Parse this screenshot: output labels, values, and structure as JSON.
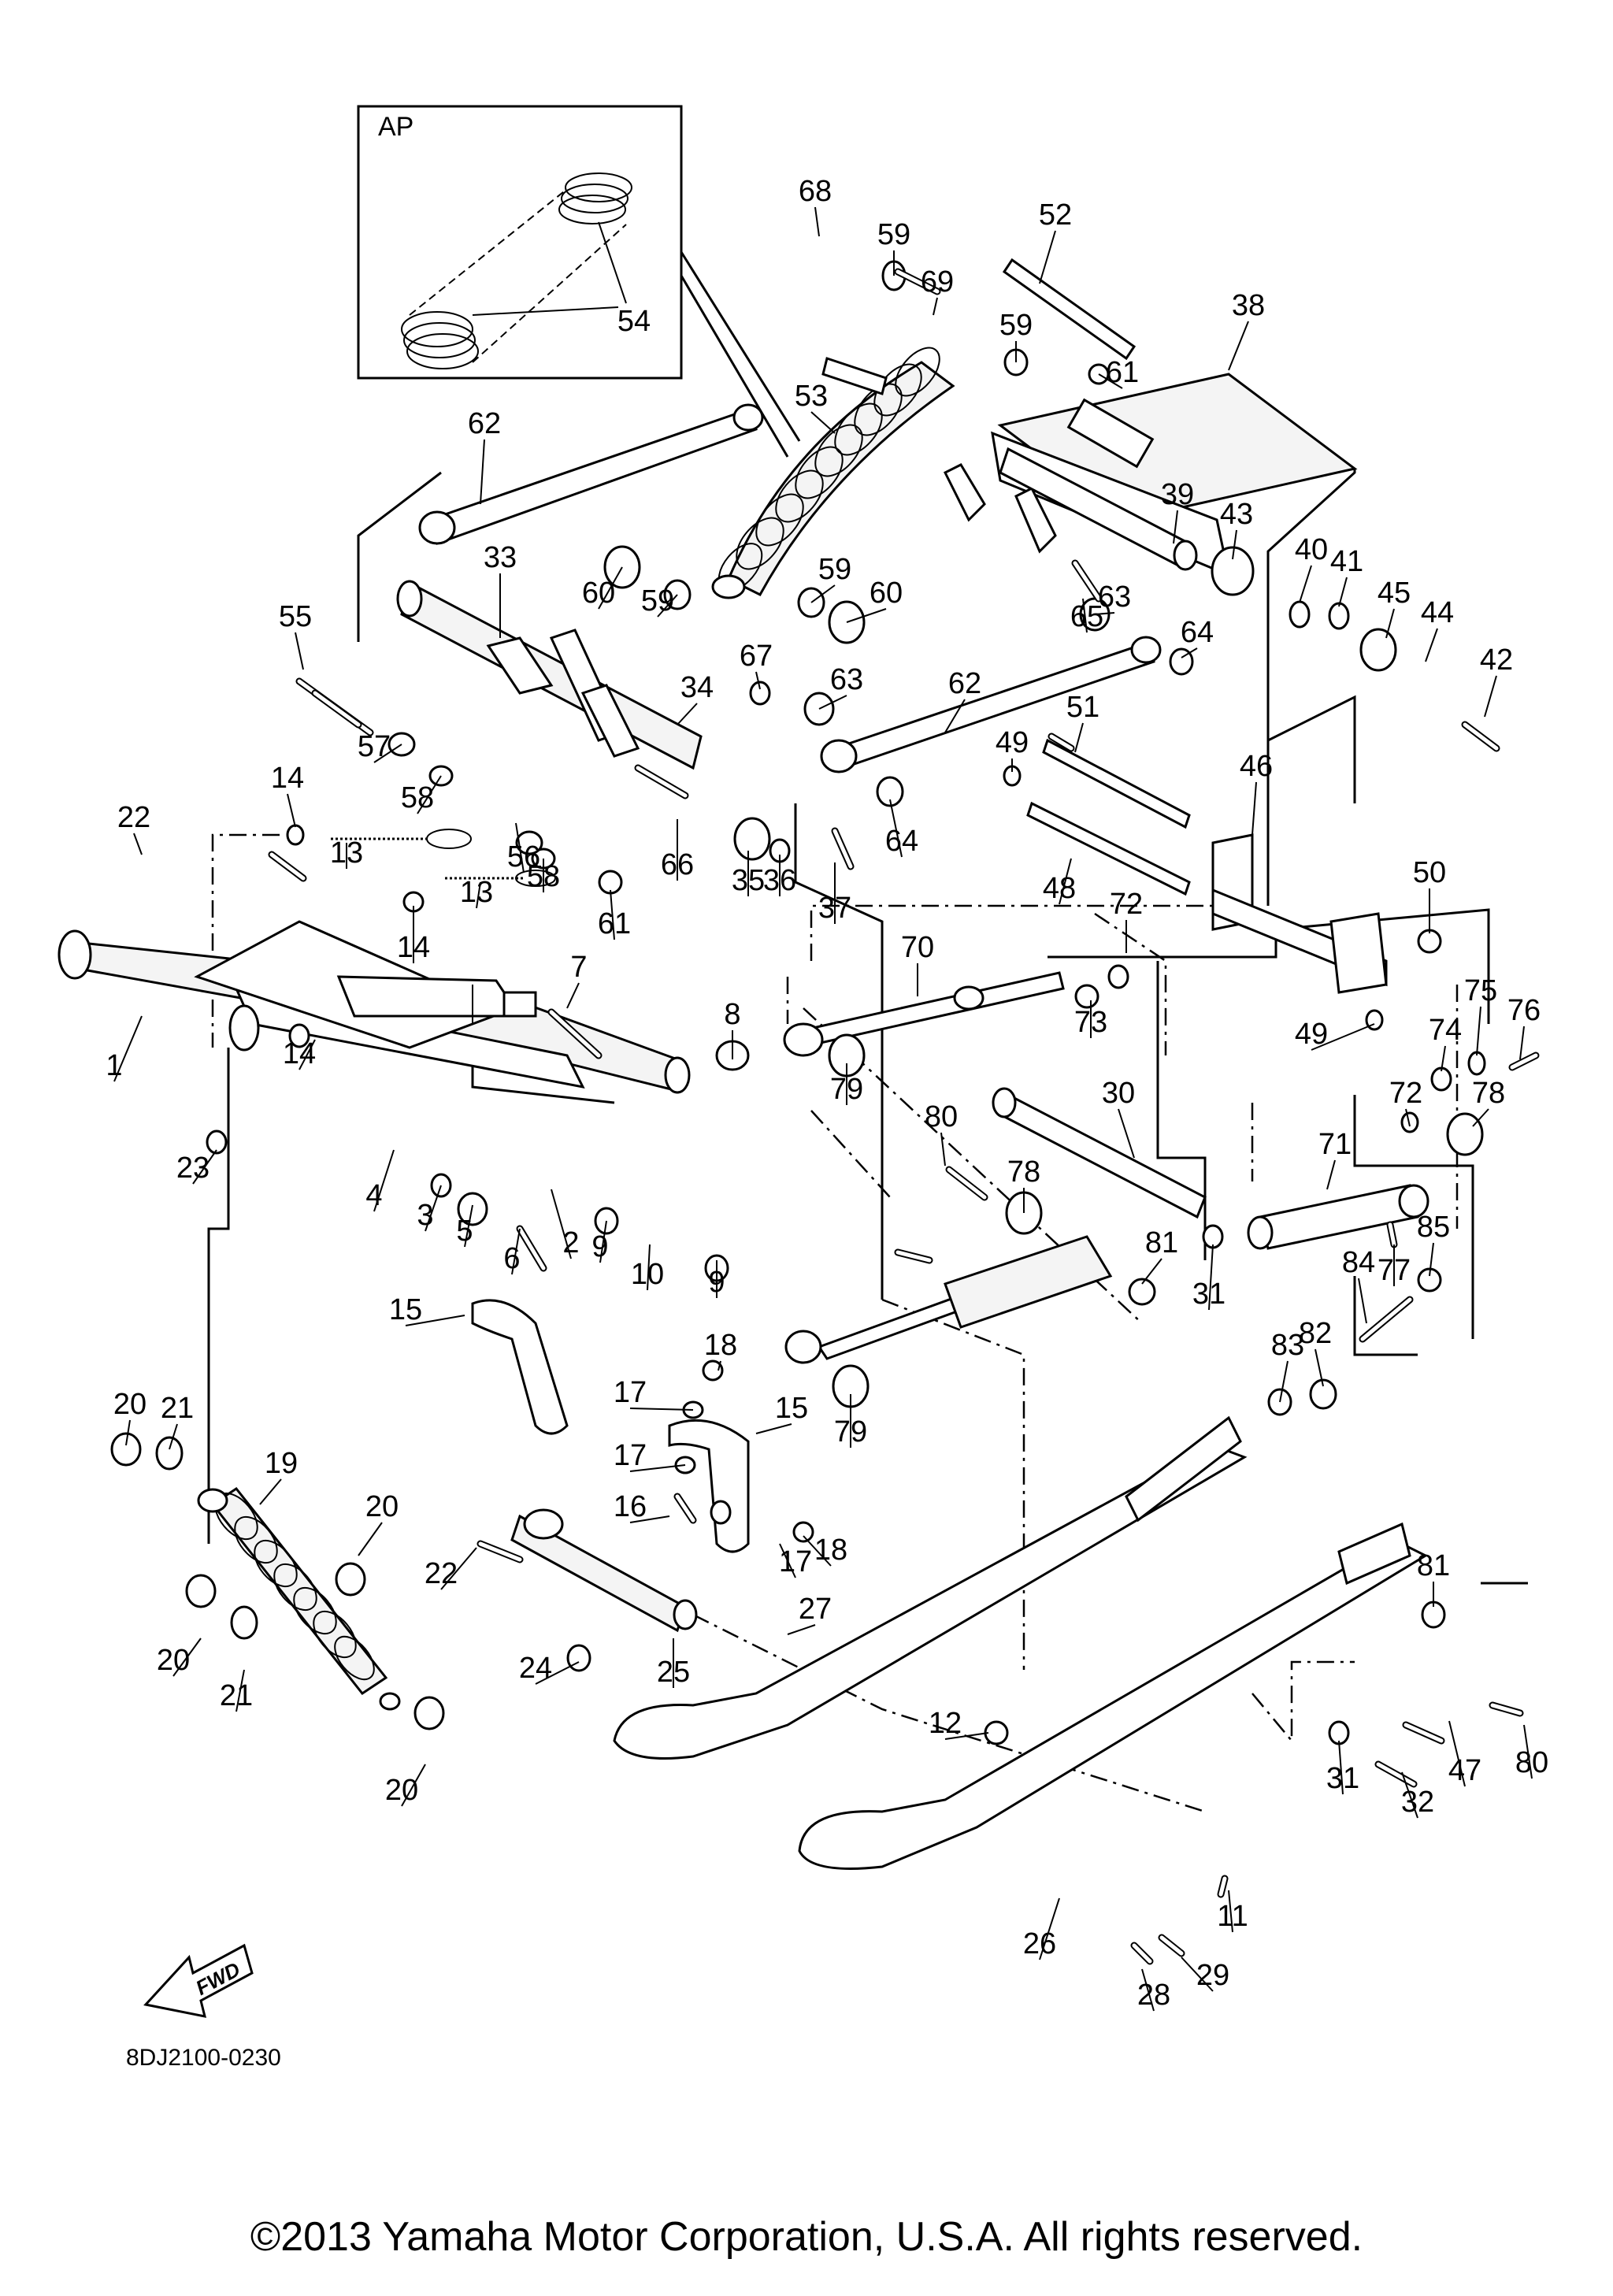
{
  "inset": {
    "label": "AP",
    "part": "54"
  },
  "part_code": "8DJ2100-0230",
  "fwd_label": "FWD",
  "copyright": "©2013 Yamaha Motor Corporation, U.S.A. All rights reserved.",
  "callouts": [
    {
      "id": "c1",
      "n": "1"
    },
    {
      "id": "c2",
      "n": "2"
    },
    {
      "id": "c3",
      "n": "3"
    },
    {
      "id": "c4",
      "n": "4"
    },
    {
      "id": "c5",
      "n": "5"
    },
    {
      "id": "c6",
      "n": "6"
    },
    {
      "id": "c7",
      "n": "7"
    },
    {
      "id": "c8",
      "n": "8"
    },
    {
      "id": "c9a",
      "n": "9"
    },
    {
      "id": "c9b",
      "n": "9"
    },
    {
      "id": "c10",
      "n": "10"
    },
    {
      "id": "c11",
      "n": "11"
    },
    {
      "id": "c12",
      "n": "12"
    },
    {
      "id": "c13a",
      "n": "13"
    },
    {
      "id": "c13b",
      "n": "13"
    },
    {
      "id": "c14a",
      "n": "14"
    },
    {
      "id": "c14b",
      "n": "14"
    },
    {
      "id": "c14c",
      "n": "14"
    },
    {
      "id": "c15a",
      "n": "15"
    },
    {
      "id": "c15b",
      "n": "15"
    },
    {
      "id": "c16",
      "n": "16"
    },
    {
      "id": "c17a",
      "n": "17"
    },
    {
      "id": "c17b",
      "n": "17"
    },
    {
      "id": "c17c",
      "n": "17"
    },
    {
      "id": "c18a",
      "n": "18"
    },
    {
      "id": "c18b",
      "n": "18"
    },
    {
      "id": "c19",
      "n": "19"
    },
    {
      "id": "c20a",
      "n": "20"
    },
    {
      "id": "c20b",
      "n": "20"
    },
    {
      "id": "c20c",
      "n": "20"
    },
    {
      "id": "c20d",
      "n": "20"
    },
    {
      "id": "c21a",
      "n": "21"
    },
    {
      "id": "c21b",
      "n": "21"
    },
    {
      "id": "c22a",
      "n": "22"
    },
    {
      "id": "c22b",
      "n": "22"
    },
    {
      "id": "c23",
      "n": "23"
    },
    {
      "id": "c24",
      "n": "24"
    },
    {
      "id": "c25",
      "n": "25"
    },
    {
      "id": "c26",
      "n": "26"
    },
    {
      "id": "c27",
      "n": "27"
    },
    {
      "id": "c28",
      "n": "28"
    },
    {
      "id": "c29",
      "n": "29"
    },
    {
      "id": "c30",
      "n": "30"
    },
    {
      "id": "c31a",
      "n": "31"
    },
    {
      "id": "c31b",
      "n": "31"
    },
    {
      "id": "c32",
      "n": "32"
    },
    {
      "id": "c33",
      "n": "33"
    },
    {
      "id": "c34",
      "n": "34"
    },
    {
      "id": "c35",
      "n": "35"
    },
    {
      "id": "c36",
      "n": "36"
    },
    {
      "id": "c37",
      "n": "37"
    },
    {
      "id": "c38",
      "n": "38"
    },
    {
      "id": "c39",
      "n": "39"
    },
    {
      "id": "c40",
      "n": "40"
    },
    {
      "id": "c41",
      "n": "41"
    },
    {
      "id": "c42",
      "n": "42"
    },
    {
      "id": "c43",
      "n": "43"
    },
    {
      "id": "c44",
      "n": "44"
    },
    {
      "id": "c45",
      "n": "45"
    },
    {
      "id": "c46",
      "n": "46"
    },
    {
      "id": "c47",
      "n": "47"
    },
    {
      "id": "c48",
      "n": "48"
    },
    {
      "id": "c49a",
      "n": "49"
    },
    {
      "id": "c49b",
      "n": "49"
    },
    {
      "id": "c50",
      "n": "50"
    },
    {
      "id": "c51",
      "n": "51"
    },
    {
      "id": "c52",
      "n": "52"
    },
    {
      "id": "c53",
      "n": "53"
    },
    {
      "id": "c55",
      "n": "55"
    },
    {
      "id": "c56",
      "n": "56"
    },
    {
      "id": "c57",
      "n": "57"
    },
    {
      "id": "c58a",
      "n": "58"
    },
    {
      "id": "c58b",
      "n": "58"
    },
    {
      "id": "c59a",
      "n": "59"
    },
    {
      "id": "c59b",
      "n": "59"
    },
    {
      "id": "c59c",
      "n": "59"
    },
    {
      "id": "c59d",
      "n": "59"
    },
    {
      "id": "c60a",
      "n": "60"
    },
    {
      "id": "c60b",
      "n": "60"
    },
    {
      "id": "c61a",
      "n": "61"
    },
    {
      "id": "c61b",
      "n": "61"
    },
    {
      "id": "c62a",
      "n": "62"
    },
    {
      "id": "c62b",
      "n": "62"
    },
    {
      "id": "c63a",
      "n": "63"
    },
    {
      "id": "c63b",
      "n": "63"
    },
    {
      "id": "c64a",
      "n": "64"
    },
    {
      "id": "c64b",
      "n": "64"
    },
    {
      "id": "c65",
      "n": "65"
    },
    {
      "id": "c66",
      "n": "66"
    },
    {
      "id": "c67",
      "n": "67"
    },
    {
      "id": "c68",
      "n": "68"
    },
    {
      "id": "c69",
      "n": "69"
    },
    {
      "id": "c70",
      "n": "70"
    },
    {
      "id": "c71",
      "n": "71"
    },
    {
      "id": "c72a",
      "n": "72"
    },
    {
      "id": "c72b",
      "n": "72"
    },
    {
      "id": "c73",
      "n": "73"
    },
    {
      "id": "c74",
      "n": "74"
    },
    {
      "id": "c75",
      "n": "75"
    },
    {
      "id": "c76",
      "n": "76"
    },
    {
      "id": "c77",
      "n": "77"
    },
    {
      "id": "c78a",
      "n": "78"
    },
    {
      "id": "c78b",
      "n": "78"
    },
    {
      "id": "c79a",
      "n": "79"
    },
    {
      "id": "c79b",
      "n": "79"
    },
    {
      "id": "c80a",
      "n": "80"
    },
    {
      "id": "c80b",
      "n": "80"
    },
    {
      "id": "c81a",
      "n": "81"
    },
    {
      "id": "c81b",
      "n": "81"
    },
    {
      "id": "c82",
      "n": "82"
    },
    {
      "id": "c83",
      "n": "83"
    },
    {
      "id": "c84",
      "n": "84"
    },
    {
      "id": "c85",
      "n": "85"
    }
  ]
}
